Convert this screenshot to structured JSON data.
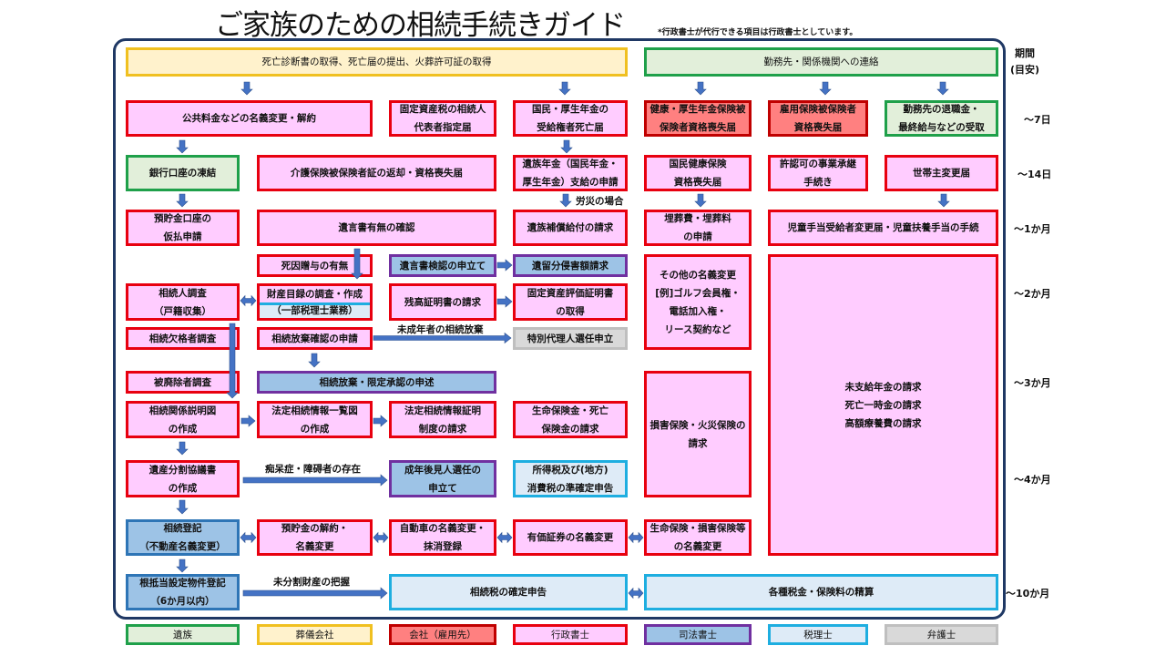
{
  "title": "ご家族のための相続手続きガイド",
  "note": "*行政書士が代行できる項目は行政書士としています。",
  "period_header": [
    "期間",
    "(目安)"
  ],
  "periods": [
    "～7日",
    "～14日",
    "～1か月",
    "～2か月",
    "～3か月",
    "～4か月",
    "～10か月"
  ],
  "arrow_labels": {
    "rosai": "労災の場合",
    "minor": "未成年者の相続放棄",
    "dementia": "痴呆症・障碍者の存在",
    "undivided": "未分割財産の把握"
  },
  "boxes": {
    "death_cert": [
      "死亡診断書の取得、死亡届の提出、火葬許可証の取得"
    ],
    "employer_contact": [
      "勤務先・関係機関への連絡"
    ],
    "utilities": [
      "公共料金などの名義変更・解約"
    ],
    "fixed_asset_rep": [
      "固定資産税の相続人",
      "代表者指定届"
    ],
    "pension_death": [
      "国民・厚生年金の",
      "受給権者死亡届"
    ],
    "health_ins_loss": [
      "健康・厚生年金保険被",
      "保険者資格喪失届"
    ],
    "employment_ins_loss": [
      "雇用保険被保険者",
      "資格喪失届"
    ],
    "retirement_pay": [
      "勤務先の退職金・",
      "最終給与などの受取"
    ],
    "bank_freeze": [
      "銀行口座の凍結"
    ],
    "care_ins": [
      "介護保険被保険者証の返却・資格喪失届"
    ],
    "survivor_pension": [
      "遺族年金（国民年金・",
      "厚生年金）支給の申請"
    ],
    "nhi_loss": [
      "国民健康保険",
      "資格喪失届"
    ],
    "license_succession": [
      "許認可の事業承継",
      "手続き"
    ],
    "householder_change": [
      "世帯主変更届"
    ],
    "deposit_provisional": [
      "預貯金口座の",
      "仮払申請"
    ],
    "will_check": [
      "遺言書有無の確認"
    ],
    "survivor_comp": [
      "遺族補償給付の請求"
    ],
    "funeral_exp": [
      "埋葬費・埋葬料",
      "の申請"
    ],
    "child_allowance": [
      "児童手当受給者変更届・児童扶養手当の手続"
    ],
    "gift_on_death": [
      "死因贈与の有無"
    ],
    "will_probate": [
      "遺言書検認の申立て"
    ],
    "forced_share": [
      "遺留分侵害額請求"
    ],
    "other_name_change": [
      "その他の名義変更",
      "[例]ゴルフ会員権・",
      "電話加入権・",
      "リース契約など"
    ],
    "unpaid_pension": [
      "未支給年金の請求",
      "死亡一時金の請求",
      "高額療養費の請求"
    ],
    "heir_survey": [
      "相続人調査",
      "（戸籍収集）"
    ],
    "asset_list": [
      "財産目録の調査・作成",
      "（一部税理士業務）"
    ],
    "balance_cert": [
      "残高証明書の請求"
    ],
    "asset_eval_cert": [
      "固定資産評価証明書",
      "の取得"
    ],
    "disqualified_survey": [
      "相続欠格者調査"
    ],
    "renounce_check": [
      "相続放棄確認の申請"
    ],
    "special_agent": [
      "特別代理人選任申立"
    ],
    "disinherit_survey": [
      "被廃除者調査"
    ],
    "renounce_limited": [
      "相続放棄・限定承認の申述"
    ],
    "damage_ins": [
      "損害保険・火災保険の",
      "請求"
    ],
    "relation_chart": [
      "相続関係説明図",
      "の作成"
    ],
    "legal_info_chart": [
      "法定相続情報一覧図",
      "の作成"
    ],
    "legal_info_cert": [
      "法定相続情報証明",
      "制度の請求"
    ],
    "life_ins_claim": [
      "生命保険金・死亡",
      "保険金の請求"
    ],
    "division_agreement": [
      "遺産分割協議書",
      "の作成"
    ],
    "guardian": [
      "成年後見人選任の",
      "申立て"
    ],
    "quasi_final_tax": [
      "所得税及び(地方)",
      "消費税の準確定申告"
    ],
    "inheritance_reg": [
      "相続登記",
      "（不動産名義変更）"
    ],
    "deposit_cancel": [
      "預貯金の解約・",
      "名義変更"
    ],
    "car_name_change": [
      "自動車の名義変更・",
      "抹消登録"
    ],
    "securities": [
      "有価証券の名義変更"
    ],
    "life_ins_name": [
      "生命保険・損害保険等",
      "の名義変更"
    ],
    "mortgage_reg": [
      "根抵当設定物件登記",
      "（6か月以内）"
    ],
    "inheritance_tax": [
      "相続税の確定申告"
    ],
    "tax_settlement": [
      "各種税金・保険料の精算"
    ]
  },
  "legend": [
    {
      "label": "遺族",
      "role": "family"
    },
    {
      "label": "葬儀会社",
      "role": "funeral"
    },
    {
      "label": "会社（雇用先）",
      "role": "company"
    },
    {
      "label": "行政書士",
      "role": "gyosei"
    },
    {
      "label": "司法書士",
      "role": "shiho"
    },
    {
      "label": "税理士",
      "role": "tax"
    },
    {
      "label": "弁護士",
      "role": "lawyer"
    }
  ],
  "colors": {
    "arrow": "#4472c4",
    "frame": "#1f3864"
  }
}
